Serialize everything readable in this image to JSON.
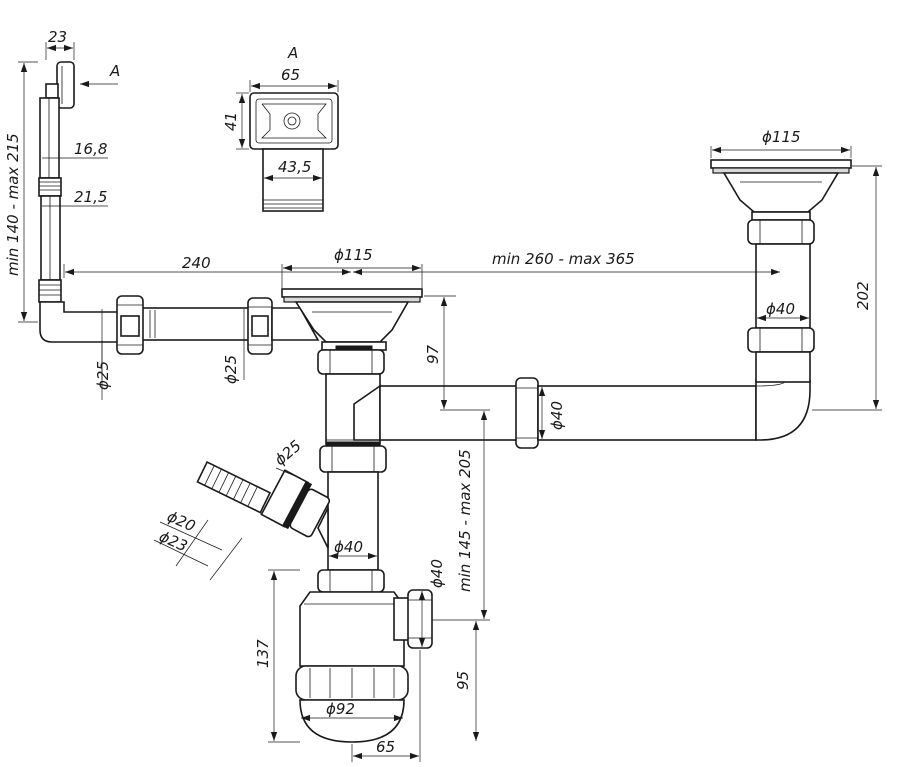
{
  "colors": {
    "ink": "#1a1a1a",
    "background": "#ffffff"
  },
  "view_label": "A",
  "detail": {
    "title": "A",
    "width": "65",
    "height": "41",
    "inner_width": "43,5"
  },
  "overflow": {
    "top_width": "23",
    "head_diameter": "16,8",
    "rod_diameter": "21,5",
    "height_range": "min 140 - max 215",
    "pipe_diameter": "ϕ25"
  },
  "distances": {
    "left_to_center": "240",
    "between_drains": "min 260 - max 365"
  },
  "left_drain": {
    "grate_diameter": "ϕ115",
    "overflow_inlet_diameter": "ϕ25",
    "depth": "97"
  },
  "right_drain": {
    "grate_diameter": "ϕ115",
    "pipe_diameter": "ϕ40",
    "height": "202"
  },
  "horizontal_pipe_diameter": "ϕ40",
  "side_outlet": {
    "nozzle_diameter": "ϕ25",
    "hose_inner_diameter": "ϕ20",
    "hose_outer_diameter": "ϕ23"
  },
  "trap": {
    "pipe_diameter": "ϕ40",
    "outlet_diameter": "ϕ40",
    "outlet_height_range": "min 145 - max 205",
    "height": "137",
    "outlet_height": "95",
    "bowl_diameter": "ϕ92",
    "width": "65"
  }
}
